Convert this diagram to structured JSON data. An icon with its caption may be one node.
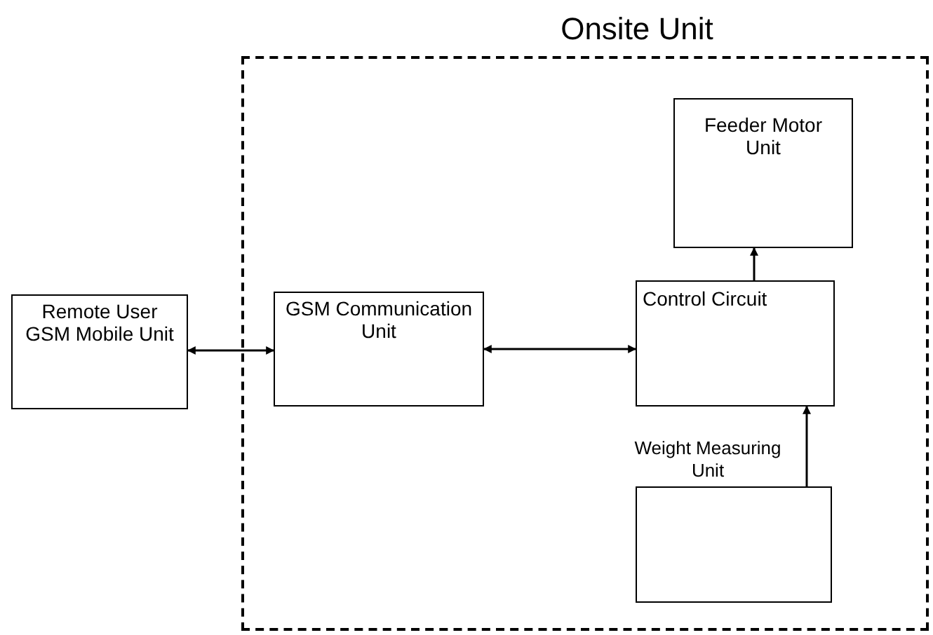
{
  "diagram": {
    "nodes": [
      {
        "text": [
          "Onsite Unit"
        ]
      },
      {
        "text": [
          "Remote User GSM Mobile Unit"
        ]
      },
      {
        "text": [
          "GSM Communication Unit"
        ],
        "in": 0
      },
      {
        "text": [
          "Feeder Motor Unit"
        ],
        "in": 0
      },
      {
        "text": [
          "Control Circuit"
        ],
        "in": 0
      },
      {
        "text": [
          "Weight Measuring Unit"
        ],
        "in": 0
      }
    ],
    "edges": [
      {
        "from": 1,
        "to": 2,
        "arrow": "both"
      },
      {
        "from": 2,
        "to": 4,
        "arrow": "both"
      },
      {
        "from": 4,
        "to": 3,
        "arrow": "to"
      },
      {
        "from": 5,
        "to": 4,
        "arrow": "to"
      }
    ]
  }
}
